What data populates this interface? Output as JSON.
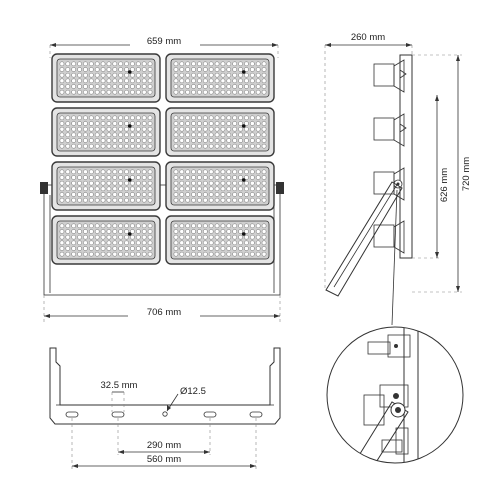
{
  "front_view": {
    "panel_width_label": "659 mm",
    "overall_width_label": "706 mm",
    "module_rows": 4,
    "module_cols": 2
  },
  "side_view": {
    "depth_label": "260 mm",
    "height_label": "720 mm",
    "module_height_label": "626 mm"
  },
  "bracket_view": {
    "slot_label": "32.5 mm",
    "hole_label": "Ø12.5",
    "hole_spacing_label": "290 mm",
    "slot_spacing_label": "560 mm"
  },
  "colors": {
    "line": "#333333",
    "module_fill": "#e4e4e4",
    "module_border": "#3a3a3a",
    "led": "#ffffff",
    "accent_dot": "#111111"
  }
}
